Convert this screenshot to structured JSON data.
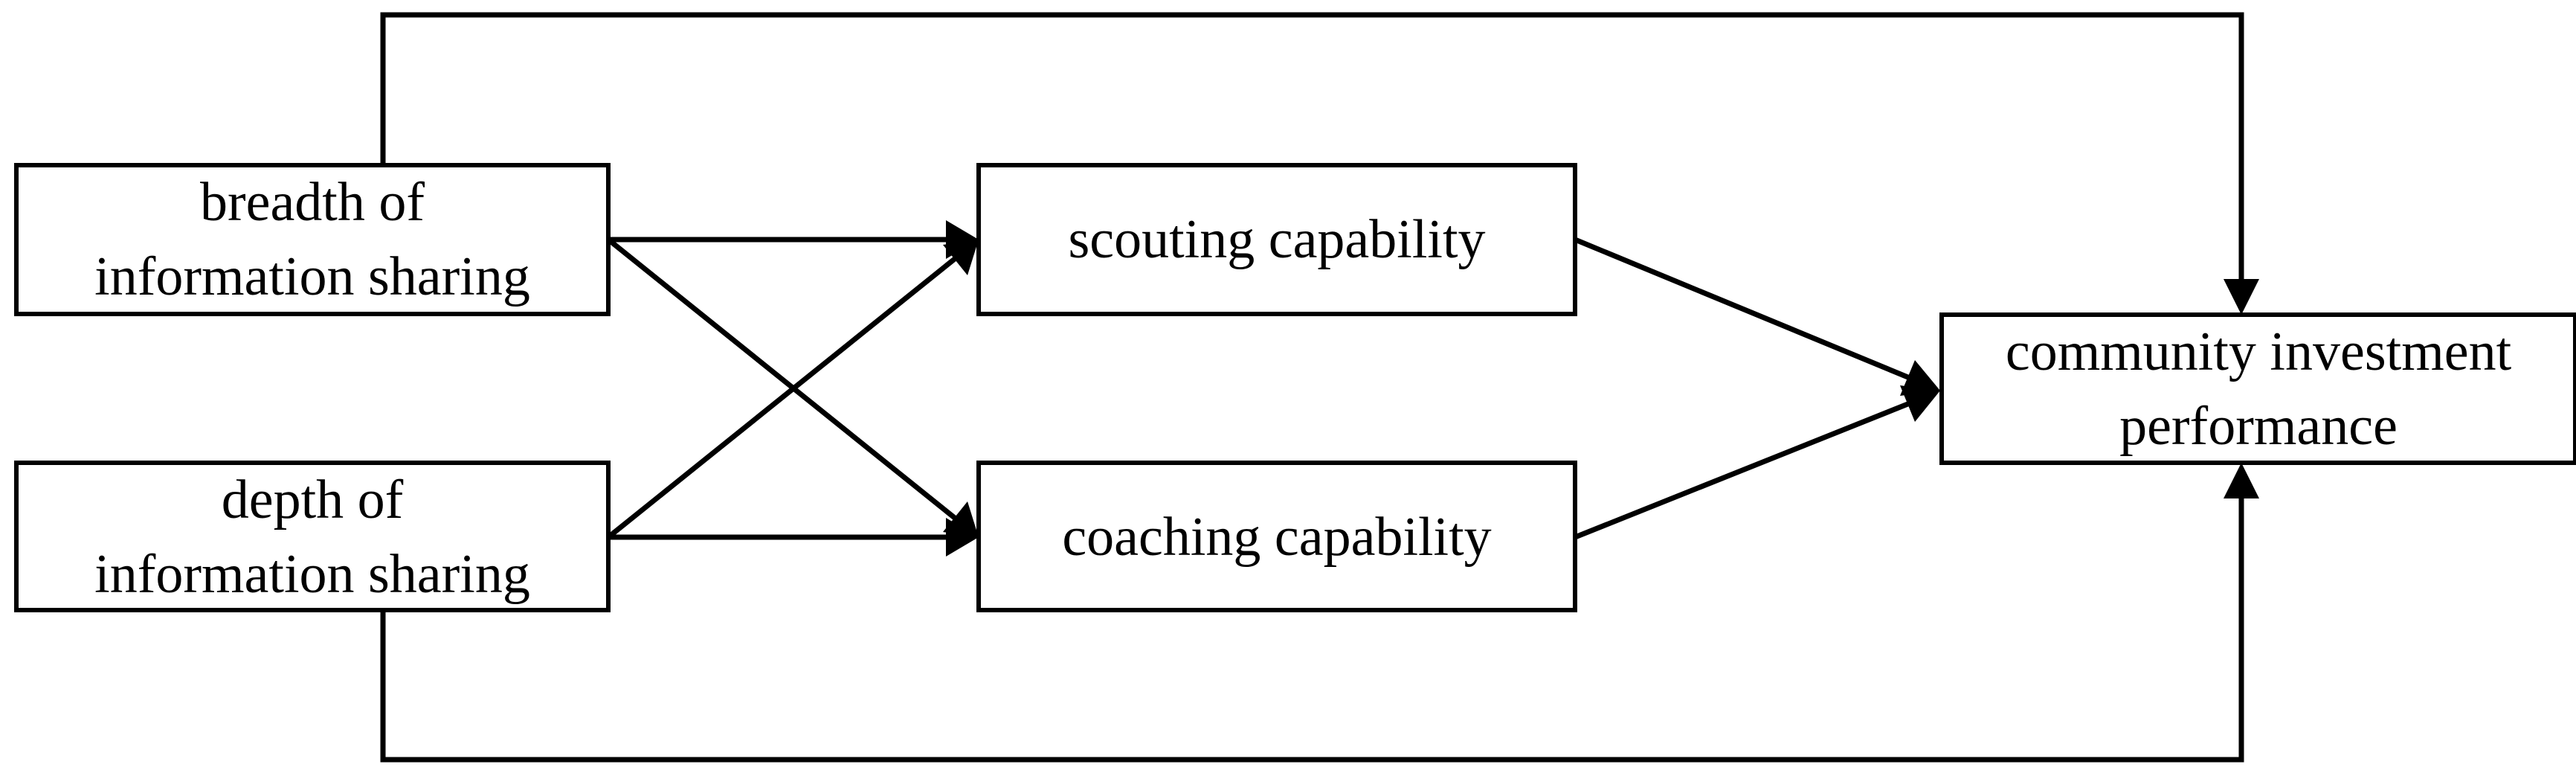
{
  "diagram": {
    "nodes": {
      "breadth": {
        "lines": [
          "breadth of",
          "information sharing"
        ]
      },
      "depth": {
        "lines": [
          "depth of",
          "information sharing"
        ]
      },
      "scouting": {
        "lines": [
          "scouting capability"
        ]
      },
      "coaching": {
        "lines": [
          "coaching capability"
        ]
      },
      "performance": {
        "lines": [
          "community investment",
          "performance"
        ]
      }
    },
    "edges": [
      {
        "from": "breadth",
        "to": "scouting"
      },
      {
        "from": "breadth",
        "to": "coaching"
      },
      {
        "from": "depth",
        "to": "scouting"
      },
      {
        "from": "depth",
        "to": "coaching"
      },
      {
        "from": "scouting",
        "to": "performance"
      },
      {
        "from": "coaching",
        "to": "performance"
      },
      {
        "from": "breadth",
        "to": "performance"
      },
      {
        "from": "depth",
        "to": "performance"
      }
    ]
  }
}
